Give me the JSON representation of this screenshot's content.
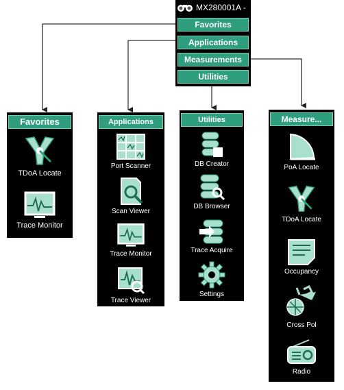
{
  "device": {
    "title": "MX280001A -",
    "icon": "binoculars-icon"
  },
  "top_menu": {
    "favorites": "Favorites",
    "applications": "Applications",
    "measurements": "Measurements",
    "utilities": "Utilities"
  },
  "panels": {
    "favorites": {
      "title": "Favorites",
      "items": [
        {
          "label": "TDoA Locate",
          "icon": "tdoa-locate-icon"
        },
        {
          "label": "Trace Monitor",
          "icon": "trace-monitor-icon"
        }
      ]
    },
    "applications": {
      "title": "Applications",
      "items": [
        {
          "label": "Port Scanner",
          "icon": "port-scanner-icon"
        },
        {
          "label": "Scan Viewer",
          "icon": "scan-viewer-icon"
        },
        {
          "label": "Trace Monitor",
          "icon": "trace-monitor-icon"
        },
        {
          "label": "Trace Viewer",
          "icon": "trace-viewer-icon"
        }
      ]
    },
    "utilities": {
      "title": "Utilities",
      "items": [
        {
          "label": "DB Creator",
          "icon": "db-creator-icon"
        },
        {
          "label": "DB Browser",
          "icon": "db-browser-icon"
        },
        {
          "label": "Trace Acquire",
          "icon": "trace-acquire-icon"
        },
        {
          "label": "Settings",
          "icon": "settings-gear-icon"
        }
      ]
    },
    "measurements": {
      "title": "Measure...",
      "items": [
        {
          "label": "PoA Locate",
          "icon": "poa-locate-icon"
        },
        {
          "label": "TDoA Locate",
          "icon": "tdoa-locate-icon"
        },
        {
          "label": "Occupancy",
          "icon": "occupancy-icon"
        },
        {
          "label": "Cross Pol",
          "icon": "cross-pol-icon"
        },
        {
          "label": "Radio",
          "icon": "radio-icon"
        }
      ]
    }
  },
  "colors": {
    "accent": "#2f9e7e",
    "background": "#000000",
    "text": "#ffffff"
  }
}
